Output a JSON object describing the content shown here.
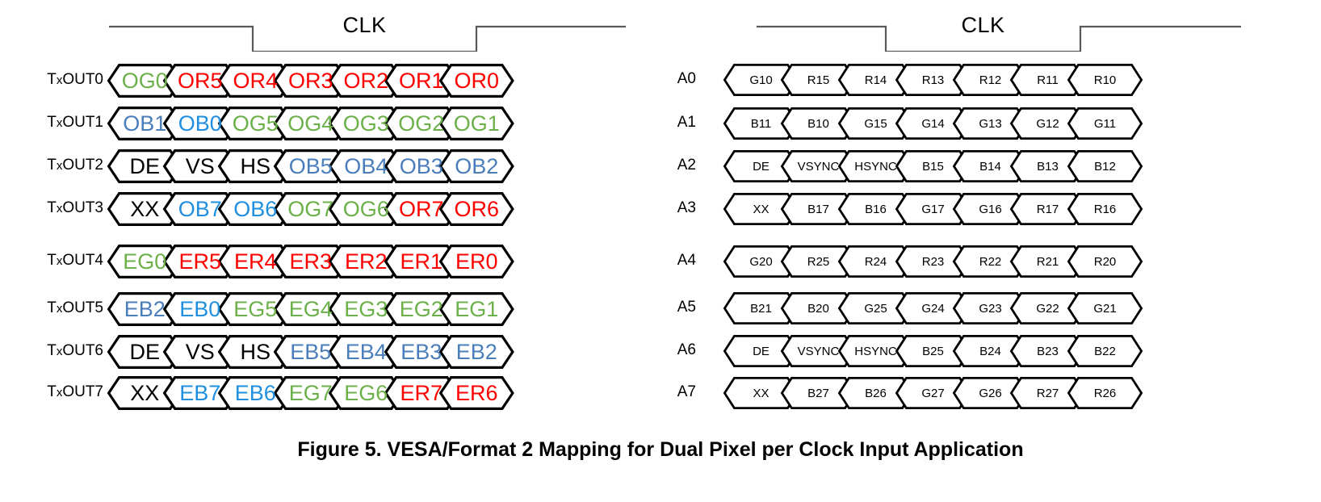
{
  "caption": "Figure 5. VESA/Format 2 Mapping for Dual Pixel per Clock Input Application",
  "colors": {
    "red": "#ff0000",
    "green": "#6cb04a",
    "blue": "#4a7ebb",
    "blue_bright": "#1f8fe0",
    "black": "#000000",
    "line": "#000000",
    "clock_line": "#595959",
    "background": "#ffffff"
  },
  "left_panel": {
    "clock": {
      "label": "CLK",
      "pattern": "high-low-high",
      "high_then_low_then_high": true
    },
    "rows": [
      {
        "label": "TxOUT0",
        "label_prefix": "T",
        "label_sub": "x",
        "label_suffix": "OUT0",
        "cells": [
          {
            "text": "OG0",
            "color": "green"
          },
          {
            "text": "OR5",
            "color": "red"
          },
          {
            "text": "OR4",
            "color": "red"
          },
          {
            "text": "OR3",
            "color": "red"
          },
          {
            "text": "OR2",
            "color": "red"
          },
          {
            "text": "OR1",
            "color": "red"
          },
          {
            "text": "OR0",
            "color": "red"
          }
        ]
      },
      {
        "label": "TxOUT1",
        "label_prefix": "T",
        "label_sub": "x",
        "label_suffix": "OUT1",
        "cells": [
          {
            "text": "OB1",
            "color": "blue"
          },
          {
            "text": "OB0",
            "color": "blue_bright"
          },
          {
            "text": "OG5",
            "color": "green"
          },
          {
            "text": "OG4",
            "color": "green"
          },
          {
            "text": "OG3",
            "color": "green"
          },
          {
            "text": "OG2",
            "color": "green"
          },
          {
            "text": "OG1",
            "color": "green"
          }
        ]
      },
      {
        "label": "TxOUT2",
        "label_prefix": "T",
        "label_sub": "x",
        "label_suffix": "OUT2",
        "cells": [
          {
            "text": "DE",
            "color": "black"
          },
          {
            "text": "VS",
            "color": "black"
          },
          {
            "text": "HS",
            "color": "black"
          },
          {
            "text": "OB5",
            "color": "blue"
          },
          {
            "text": "OB4",
            "color": "blue"
          },
          {
            "text": "OB3",
            "color": "blue"
          },
          {
            "text": "OB2",
            "color": "blue"
          }
        ]
      },
      {
        "label": "TxOUT3",
        "label_prefix": "T",
        "label_sub": "x",
        "label_suffix": "OUT3",
        "cells": [
          {
            "text": "XX",
            "color": "black"
          },
          {
            "text": "OB7",
            "color": "blue_bright"
          },
          {
            "text": "OB6",
            "color": "blue_bright"
          },
          {
            "text": "OG7",
            "color": "green"
          },
          {
            "text": "OG6",
            "color": "green"
          },
          {
            "text": "OR7",
            "color": "red"
          },
          {
            "text": "OR6",
            "color": "red"
          }
        ]
      },
      {
        "label": "TxOUT4",
        "label_prefix": "T",
        "label_sub": "x",
        "label_suffix": "OUT4",
        "cells": [
          {
            "text": "EG0",
            "color": "green"
          },
          {
            "text": "ER5",
            "color": "red"
          },
          {
            "text": "ER4",
            "color": "red"
          },
          {
            "text": "ER3",
            "color": "red"
          },
          {
            "text": "ER2",
            "color": "red"
          },
          {
            "text": "ER1",
            "color": "red"
          },
          {
            "text": "ER0",
            "color": "red"
          }
        ]
      },
      {
        "label": "TxOUT5",
        "label_prefix": "T",
        "label_sub": "x",
        "label_suffix": "OUT5",
        "cells": [
          {
            "text": "EB2",
            "color": "blue"
          },
          {
            "text": "EB0",
            "color": "blue_bright"
          },
          {
            "text": "EG5",
            "color": "green"
          },
          {
            "text": "EG4",
            "color": "green"
          },
          {
            "text": "EG3",
            "color": "green"
          },
          {
            "text": "EG2",
            "color": "green"
          },
          {
            "text": "EG1",
            "color": "green"
          }
        ]
      },
      {
        "label": "TxOUT6",
        "label_prefix": "T",
        "label_sub": "x",
        "label_suffix": "OUT6",
        "cells": [
          {
            "text": "DE",
            "color": "black"
          },
          {
            "text": "VS",
            "color": "black"
          },
          {
            "text": "HS",
            "color": "black"
          },
          {
            "text": "EB5",
            "color": "blue"
          },
          {
            "text": "EB4",
            "color": "blue"
          },
          {
            "text": "EB3",
            "color": "blue"
          },
          {
            "text": "EB2",
            "color": "blue"
          }
        ]
      },
      {
        "label": "TxOUT7",
        "label_prefix": "T",
        "label_sub": "x",
        "label_suffix": "OUT7",
        "cells": [
          {
            "text": "XX",
            "color": "black"
          },
          {
            "text": "EB7",
            "color": "blue_bright"
          },
          {
            "text": "EB6",
            "color": "blue_bright"
          },
          {
            "text": "EG7",
            "color": "green"
          },
          {
            "text": "EG6",
            "color": "green"
          },
          {
            "text": "ER7",
            "color": "red"
          },
          {
            "text": "ER6",
            "color": "red"
          }
        ]
      }
    ]
  },
  "right_panel": {
    "clock": {
      "label": "CLK",
      "pattern": "high-low-high",
      "high_then_low_then_high": true
    },
    "rows": [
      {
        "label": "A0",
        "cells": [
          {
            "text": "G10",
            "color": "black"
          },
          {
            "text": "R15",
            "color": "black"
          },
          {
            "text": "R14",
            "color": "black"
          },
          {
            "text": "R13",
            "color": "black"
          },
          {
            "text": "R12",
            "color": "black"
          },
          {
            "text": "R11",
            "color": "black"
          },
          {
            "text": "R10",
            "color": "black"
          }
        ]
      },
      {
        "label": "A1",
        "cells": [
          {
            "text": "B11",
            "color": "black"
          },
          {
            "text": "B10",
            "color": "black"
          },
          {
            "text": "G15",
            "color": "black"
          },
          {
            "text": "G14",
            "color": "black"
          },
          {
            "text": "G13",
            "color": "black"
          },
          {
            "text": "G12",
            "color": "black"
          },
          {
            "text": "G11",
            "color": "black"
          }
        ]
      },
      {
        "label": "A2",
        "cells": [
          {
            "text": "DE",
            "color": "black"
          },
          {
            "text": "VSYNC",
            "color": "black"
          },
          {
            "text": "HSYNC",
            "color": "black"
          },
          {
            "text": "B15",
            "color": "black"
          },
          {
            "text": "B14",
            "color": "black"
          },
          {
            "text": "B13",
            "color": "black"
          },
          {
            "text": "B12",
            "color": "black"
          }
        ]
      },
      {
        "label": "A3",
        "cells": [
          {
            "text": "XX",
            "color": "black"
          },
          {
            "text": "B17",
            "color": "black"
          },
          {
            "text": "B16",
            "color": "black"
          },
          {
            "text": "G17",
            "color": "black"
          },
          {
            "text": "G16",
            "color": "black"
          },
          {
            "text": "R17",
            "color": "black"
          },
          {
            "text": "R16",
            "color": "black"
          }
        ]
      },
      {
        "label": "A4",
        "cells": [
          {
            "text": "G20",
            "color": "black"
          },
          {
            "text": "R25",
            "color": "black"
          },
          {
            "text": "R24",
            "color": "black"
          },
          {
            "text": "R23",
            "color": "black"
          },
          {
            "text": "R22",
            "color": "black"
          },
          {
            "text": "R21",
            "color": "black"
          },
          {
            "text": "R20",
            "color": "black"
          }
        ]
      },
      {
        "label": "A5",
        "cells": [
          {
            "text": "B21",
            "color": "black"
          },
          {
            "text": "B20",
            "color": "black"
          },
          {
            "text": "G25",
            "color": "black"
          },
          {
            "text": "G24",
            "color": "black"
          },
          {
            "text": "G23",
            "color": "black"
          },
          {
            "text": "G22",
            "color": "black"
          },
          {
            "text": "G21",
            "color": "black"
          }
        ]
      },
      {
        "label": "A6",
        "cells": [
          {
            "text": "DE",
            "color": "black"
          },
          {
            "text": "VSYNC",
            "color": "black"
          },
          {
            "text": "HSYNC",
            "color": "black"
          },
          {
            "text": "B25",
            "color": "black"
          },
          {
            "text": "B24",
            "color": "black"
          },
          {
            "text": "B23",
            "color": "black"
          },
          {
            "text": "B22",
            "color": "black"
          }
        ]
      },
      {
        "label": "A7",
        "cells": [
          {
            "text": "XX",
            "color": "black"
          },
          {
            "text": "B27",
            "color": "black"
          },
          {
            "text": "B26",
            "color": "black"
          },
          {
            "text": "G27",
            "color": "black"
          },
          {
            "text": "G26",
            "color": "black"
          },
          {
            "text": "R27",
            "color": "black"
          },
          {
            "text": "R26",
            "color": "black"
          }
        ]
      }
    ]
  }
}
